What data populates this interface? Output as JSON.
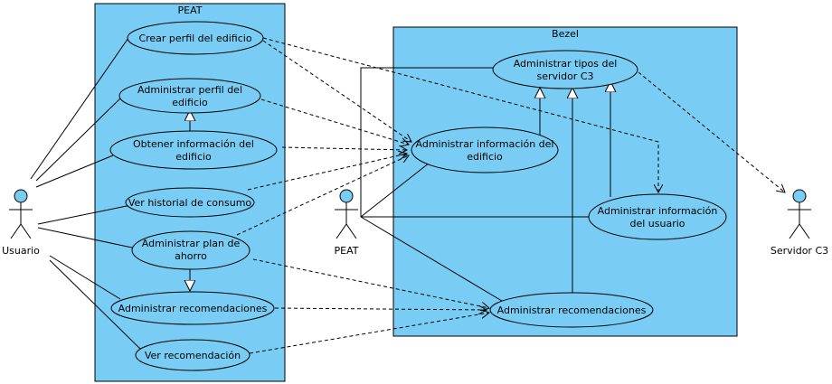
{
  "systems": {
    "peat": {
      "title": "PEAT"
    },
    "bezel": {
      "title": "Bezel"
    }
  },
  "actors": {
    "usuario": "Usuario",
    "peat": "PEAT",
    "servidor": "Servidor C3"
  },
  "use_cases": {
    "crear_perfil": [
      "Crear perfil del edificio"
    ],
    "admin_perfil": [
      "Administrar perfil del",
      "edificio"
    ],
    "obtener_info": [
      "Obtener información del",
      "edificio"
    ],
    "ver_historial": [
      "Ver historial de consumo"
    ],
    "admin_plan": [
      "Administrar plan de",
      "ahorro"
    ],
    "admin_recom_peat": [
      "Administrar recomendaciones"
    ],
    "ver_recom": [
      "Ver recomendación"
    ],
    "admin_tipos": [
      "Administrar tipos del",
      "servidor C3"
    ],
    "admin_info_edif": [
      "Administrar información del",
      "edificio"
    ],
    "admin_info_usuario": [
      "Administrar información",
      "del usuario"
    ],
    "admin_recom_bezel": [
      "Administrar recomendaciones"
    ]
  },
  "colors": {
    "system_fill": "#79cdf5",
    "use_case_fill": "#79cdf5",
    "line": "#000000"
  }
}
